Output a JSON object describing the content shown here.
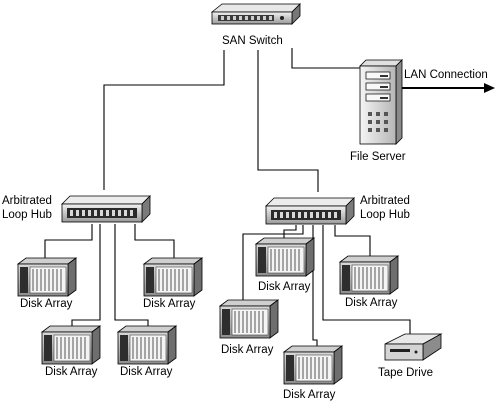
{
  "labels": {
    "san_switch": "SAN Switch",
    "lan_connection": "LAN Connection",
    "file_server": "File Server",
    "hub_left_line1": "Arbitrated",
    "hub_left_line2": "Loop Hub",
    "hub_right_line1": "Arbitrated",
    "hub_right_line2": "Loop Hub",
    "disk_array": "Disk Array",
    "tape_drive": "Tape Drive"
  },
  "colors": {
    "line": "#000000",
    "device_light": "#e6e6e6",
    "device_mid": "#a8a8a8",
    "device_dark": "#3a3a3a"
  },
  "icons": {
    "switch": "network-switch-icon",
    "hub": "loop-hub-icon",
    "server": "file-server-icon",
    "disk": "disk-array-icon",
    "tape": "tape-drive-icon"
  }
}
